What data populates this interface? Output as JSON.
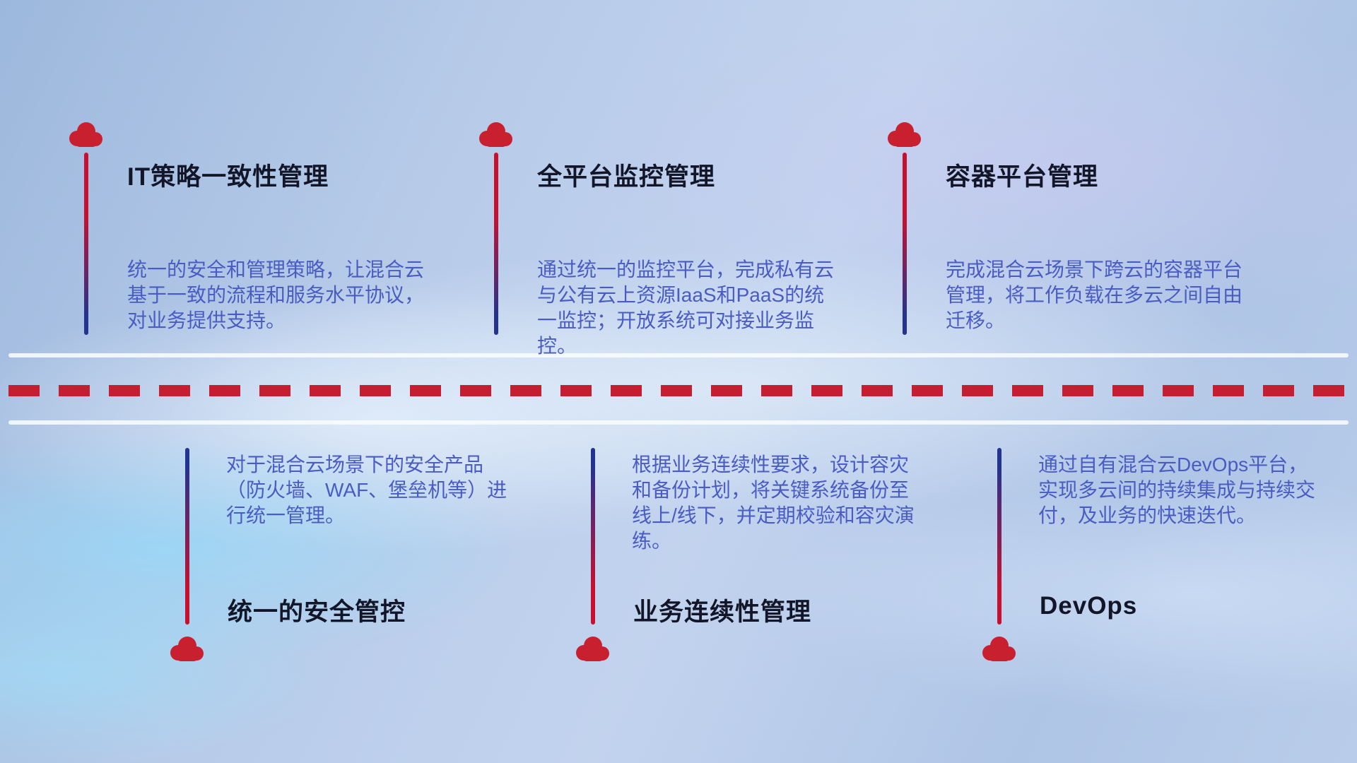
{
  "colors": {
    "cloud_red": "#c9202f",
    "dash_red": "#c41e30",
    "rail_red": "#c8102e",
    "rail_blue": "#23338f",
    "title_text": "#121628",
    "desc_text": "#4a5cc2",
    "background_blue": "#b3c6e4",
    "divider_white": "#f8fcff"
  },
  "items_top": [
    {
      "title": "IT策略一致性管理",
      "desc": "统一的安全和管理策略，让混合云基于一致的流程和服务水平协议，对业务提供支持。"
    },
    {
      "title": "全平台监控管理",
      "desc": "通过统一的监控平台，完成私有云与公有云上资源IaaS和PaaS的统一监控；开放系统可对接业务监控。"
    },
    {
      "title": "容器平台管理",
      "desc": "完成混合云场景下跨云的容器平台管理，将工作负载在多云之间自由迁移。"
    }
  ],
  "items_bottom": [
    {
      "title": "统一的安全管控",
      "desc": "对于混合云场景下的安全产品（防火墙、WAF、堡垒机等）进行统一管理。"
    },
    {
      "title": "业务连续性管理",
      "desc": "根据业务连续性要求，设计容灾和备份计划，将关键系统备份至线上/线下，并定期校验和容灾演练。"
    },
    {
      "title": "DevOps",
      "desc": "通过自有混合云DevOps平台，实现多云间的持续集成与持续交付，及业务的快速迭代。"
    }
  ]
}
